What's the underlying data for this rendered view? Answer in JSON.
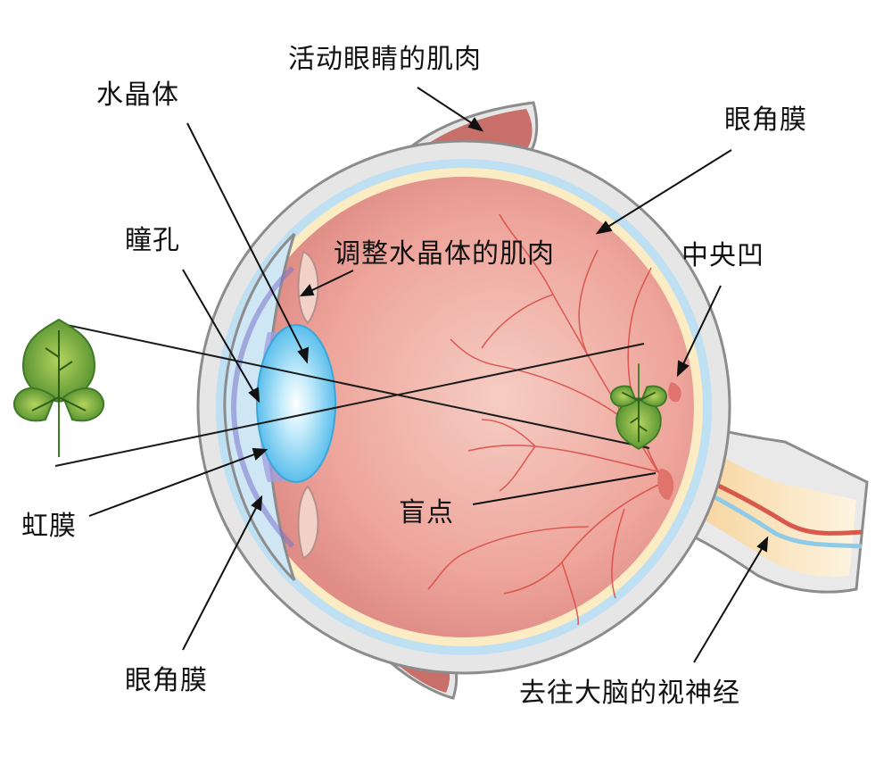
{
  "labels": {
    "muscle_eye": "活动眼睛的肌肉",
    "lens": "水晶体",
    "cornea_top": "眼角膜",
    "pupil": "瞳孔",
    "ciliary_muscle": "调整水晶体的肌肉",
    "fovea": "中央凹",
    "blind_spot": "盲点",
    "iris": "虹膜",
    "cornea_bottom": "眼角膜",
    "optic_nerve": "去往大脑的视神经"
  },
  "colors": {
    "sclera_outline": "#8c8c8c",
    "sclera_fill": "#e6e6e6",
    "choroid": "#bfe0f2",
    "retina_band": "#fbecc4",
    "eyeball_fill": "#f2b1a8",
    "muscle": "#c96f6a",
    "lens": "#7fd0f5",
    "leaf": "#6faa3a",
    "vessel": "#d94c45",
    "pointer": "#111111"
  }
}
